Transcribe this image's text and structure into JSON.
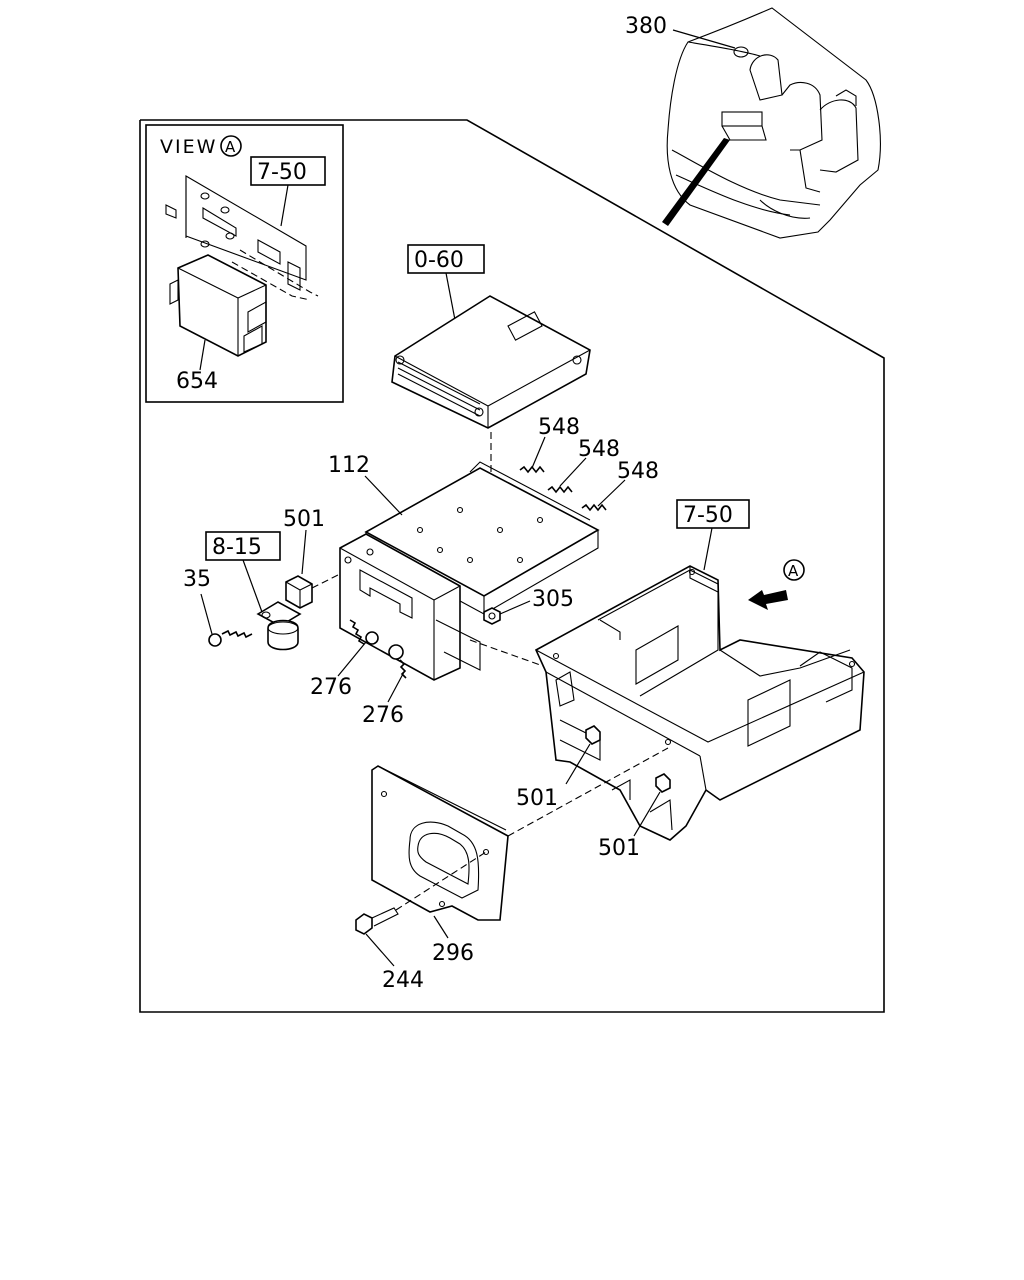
{
  "view": {
    "title": "VIEW",
    "marker": "A",
    "ref_box": "7-50",
    "part_label": "654"
  },
  "direction_marker": "A",
  "ref_boxes": {
    "ecu_ref": "0-60",
    "clamp_ref": "8-15",
    "frame_ref": "7-50"
  },
  "parts": {
    "p380": "380",
    "p112": "112",
    "p548a": "548",
    "p548b": "548",
    "p548c": "548",
    "p501_top": "501",
    "p35": "35",
    "p305": "305",
    "p276a": "276",
    "p276b": "276",
    "p501_mid": "501",
    "p501_bot": "501",
    "p296": "296",
    "p244": "244"
  }
}
